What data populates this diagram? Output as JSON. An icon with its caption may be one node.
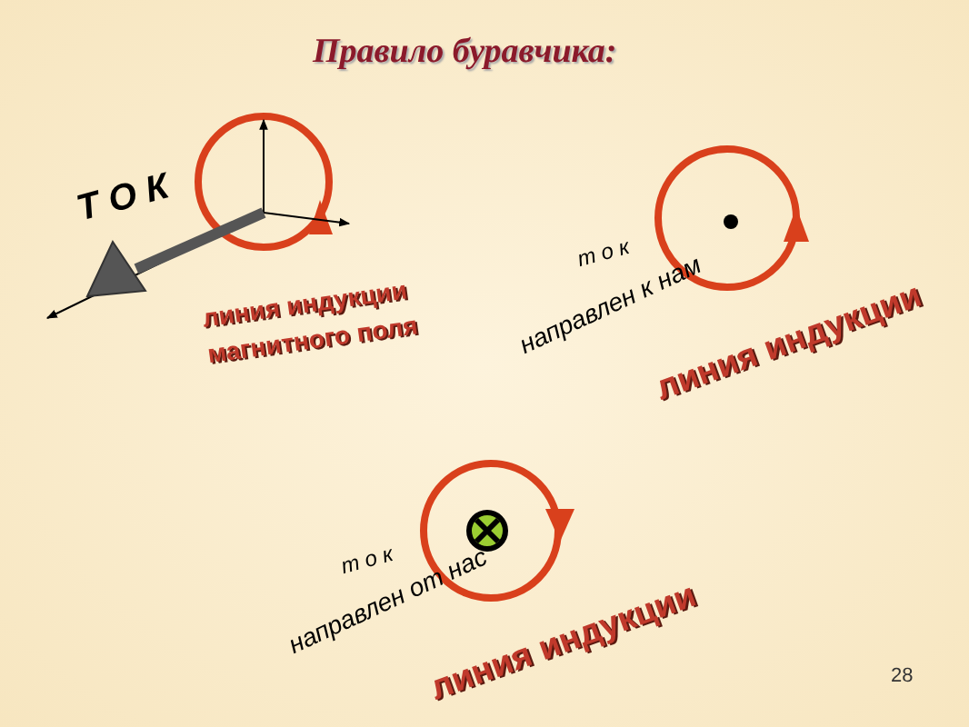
{
  "diagram": {
    "title": "Правило буравчика:",
    "labels": [
      "Т О К",
      "линия индукции магнитного поля",
      "т о к",
      "направлен к нам",
      "линия индукции",
      "т о к",
      "направлен от нас",
      "линия индукции",
      "28"
    ]
  }
}
